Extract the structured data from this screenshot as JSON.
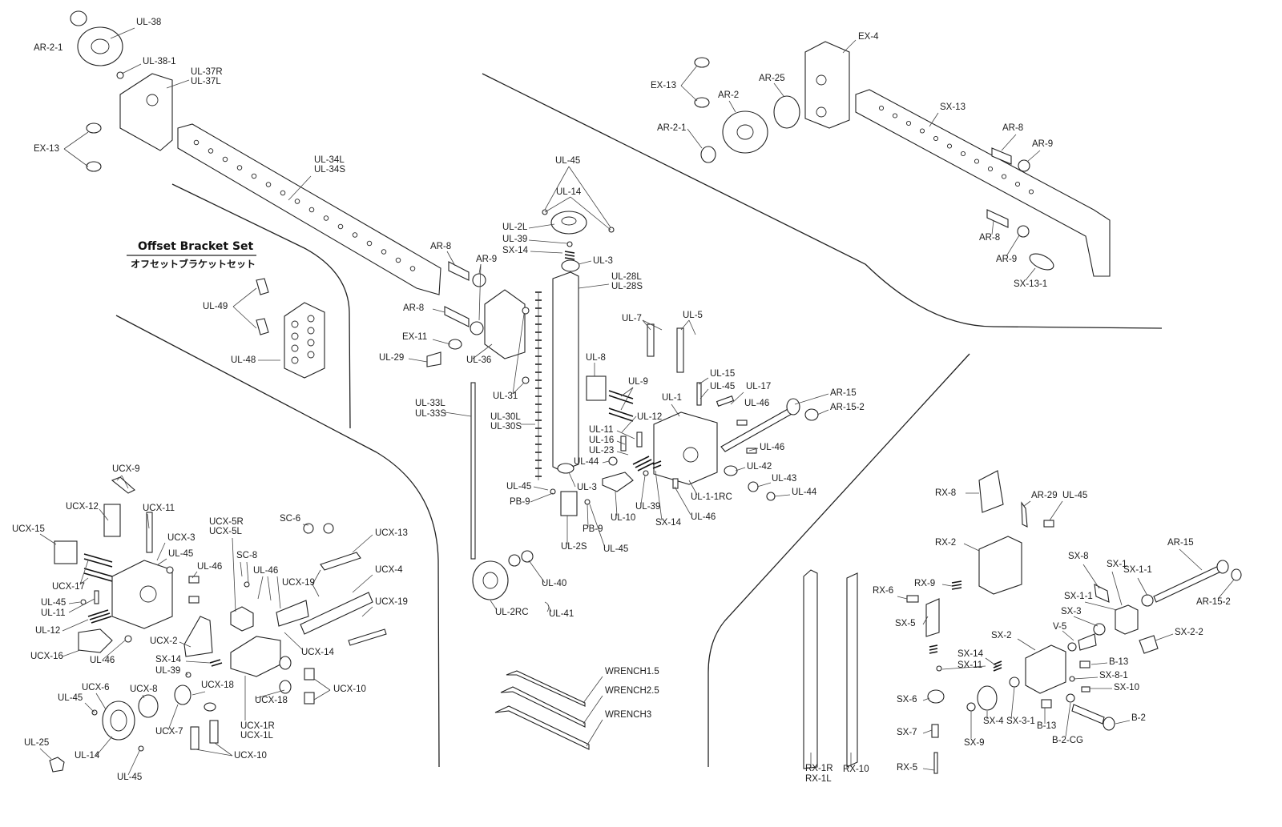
{
  "title": "Offset Bracket Set",
  "title_jp": "オフセットブラケットセット",
  "labels": [
    {
      "text": "AR-2-1"
    },
    {
      "text": "UL-38"
    },
    {
      "text": "UL-38-1"
    },
    {
      "text": "UL-37R"
    },
    {
      "text": "UL-37L"
    },
    {
      "text": "EX-13"
    },
    {
      "text": "UL-34L"
    },
    {
      "text": "UL-34S"
    },
    {
      "text": "AR-8"
    },
    {
      "text": "AR-9"
    },
    {
      "text": "AR-8"
    },
    {
      "text": "EX-11"
    },
    {
      "text": "UL-29"
    },
    {
      "text": "UL-36"
    },
    {
      "text": "UL-49"
    },
    {
      "text": "UL-48"
    },
    {
      "text": "UL-45"
    },
    {
      "text": "UL-14"
    },
    {
      "text": "UL-2L"
    },
    {
      "text": "UL-39"
    },
    {
      "text": "SX-14"
    },
    {
      "text": "UL-3"
    },
    {
      "text": "UL-28L"
    },
    {
      "text": "UL-28S"
    },
    {
      "text": "UL-31"
    },
    {
      "text": "UL-33L"
    },
    {
      "text": "UL-33S"
    },
    {
      "text": "UL-30L"
    },
    {
      "text": "UL-30S"
    },
    {
      "text": "UL-45"
    },
    {
      "text": "PB-9"
    },
    {
      "text": "UL-3"
    },
    {
      "text": "UL-2S"
    },
    {
      "text": "UL-40"
    },
    {
      "text": "UL-2RC"
    },
    {
      "text": "UL-41"
    },
    {
      "text": "PB-9"
    },
    {
      "text": "UL-45"
    },
    {
      "text": "UL-10"
    },
    {
      "text": "UL-39"
    },
    {
      "text": "SX-14"
    },
    {
      "text": "UL-46"
    },
    {
      "text": "UL-1-1RC"
    },
    {
      "text": "UL-8"
    },
    {
      "text": "UL-9"
    },
    {
      "text": "UL-7"
    },
    {
      "text": "UL-5"
    },
    {
      "text": "UL-15"
    },
    {
      "text": "UL-45"
    },
    {
      "text": "UL-17"
    },
    {
      "text": "UL-1"
    },
    {
      "text": "UL-12"
    },
    {
      "text": "UL-11"
    },
    {
      "text": "UL-16"
    },
    {
      "text": "UL-23"
    },
    {
      "text": "UL-44"
    },
    {
      "text": "UL-46"
    },
    {
      "text": "UL-46"
    },
    {
      "text": "AR-15"
    },
    {
      "text": "AR-15-2"
    },
    {
      "text": "UL-42"
    },
    {
      "text": "UL-43"
    },
    {
      "text": "UL-44"
    },
    {
      "text": "EX-4"
    },
    {
      "text": "EX-13"
    },
    {
      "text": "AR-2"
    },
    {
      "text": "AR-25"
    },
    {
      "text": "AR-2-1"
    },
    {
      "text": "SX-13"
    },
    {
      "text": "AR-8"
    },
    {
      "text": "AR-9"
    },
    {
      "text": "AR-8"
    },
    {
      "text": "AR-9"
    },
    {
      "text": "SX-13-1"
    },
    {
      "text": "UCX-9"
    },
    {
      "text": "UCX-12"
    },
    {
      "text": "UCX-11"
    },
    {
      "text": "UCX-15"
    },
    {
      "text": "UCX-3"
    },
    {
      "text": "UL-45"
    },
    {
      "text": "UCX-17"
    },
    {
      "text": "UL-46"
    },
    {
      "text": "UL-45"
    },
    {
      "text": "UL-11"
    },
    {
      "text": "UL-12"
    },
    {
      "text": "UCX-16"
    },
    {
      "text": "UL-46"
    },
    {
      "text": "UCX-2"
    },
    {
      "text": "SX-14"
    },
    {
      "text": "UL-39"
    },
    {
      "text": "UCX-5R"
    },
    {
      "text": "UCX-5L"
    },
    {
      "text": "SC-8"
    },
    {
      "text": "UL-46"
    },
    {
      "text": "SC-6"
    },
    {
      "text": "UCX-13"
    },
    {
      "text": "UCX-19"
    },
    {
      "text": "UCX-4"
    },
    {
      "text": "UCX-19"
    },
    {
      "text": "UCX-14"
    },
    {
      "text": "UCX-18"
    },
    {
      "text": "UCX-10"
    },
    {
      "text": "UCX-1R"
    },
    {
      "text": "UCX-1L"
    },
    {
      "text": "UCX-6"
    },
    {
      "text": "UCX-8"
    },
    {
      "text": "UCX-18"
    },
    {
      "text": "UL-45"
    },
    {
      "text": "UCX-7"
    },
    {
      "text": "UCX-10"
    },
    {
      "text": "UL-25"
    },
    {
      "text": "UL-14"
    },
    {
      "text": "UL-45"
    },
    {
      "text": "WRENCH1.5"
    },
    {
      "text": "WRENCH2.5"
    },
    {
      "text": "WRENCH3"
    },
    {
      "text": "RX-8"
    },
    {
      "text": "AR-29"
    },
    {
      "text": "UL-45"
    },
    {
      "text": "RX-2"
    },
    {
      "text": "RX-9"
    },
    {
      "text": "RX-6"
    },
    {
      "text": "SX-5"
    },
    {
      "text": "RX-1R"
    },
    {
      "text": "RX-1L"
    },
    {
      "text": "RX-10"
    },
    {
      "text": "RX-5"
    },
    {
      "text": "SX-7"
    },
    {
      "text": "SX-6"
    },
    {
      "text": "SX-9"
    },
    {
      "text": "SX-4"
    },
    {
      "text": "SX-3-1"
    },
    {
      "text": "SX-14"
    },
    {
      "text": "SX-11"
    },
    {
      "text": "SX-2"
    },
    {
      "text": "B-13"
    },
    {
      "text": "B-2-CG"
    },
    {
      "text": "B-2"
    },
    {
      "text": "SX-8"
    },
    {
      "text": "SX-1"
    },
    {
      "text": "SX-1-1"
    },
    {
      "text": "SX-1-1"
    },
    {
      "text": "SX-3"
    },
    {
      "text": "V-5"
    },
    {
      "text": "B-13"
    },
    {
      "text": "SX-8-1"
    },
    {
      "text": "SX-10"
    },
    {
      "text": "SX-2-2"
    },
    {
      "text": "AR-15"
    },
    {
      "text": "AR-15-2"
    }
  ]
}
